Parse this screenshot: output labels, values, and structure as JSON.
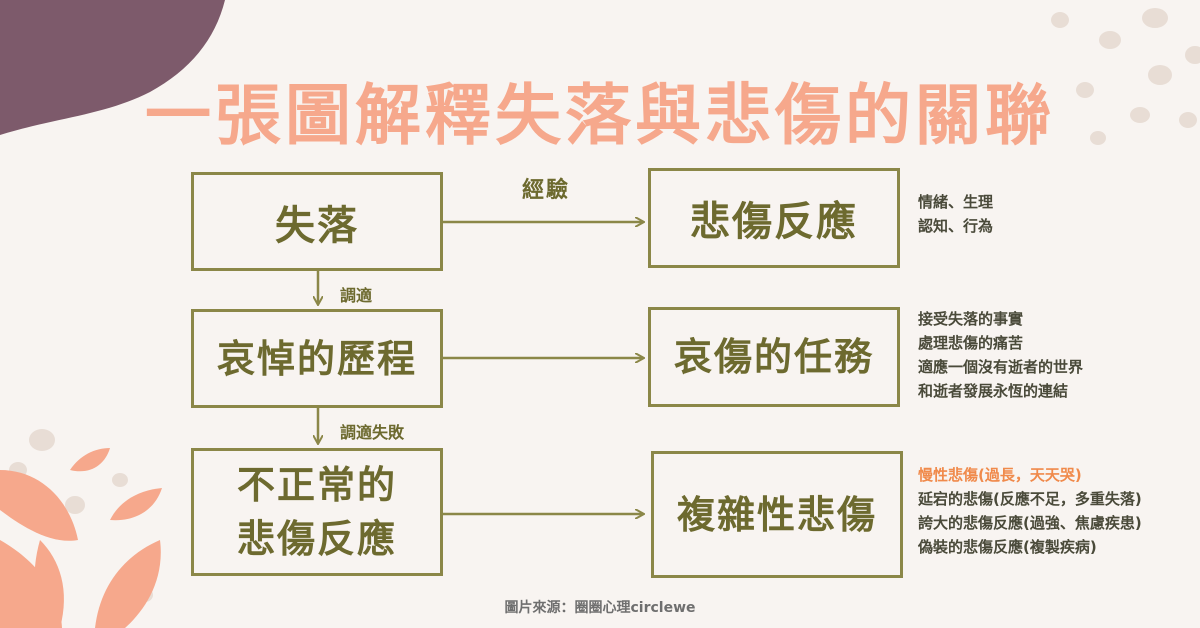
{
  "title": "一張圖解釋失落與悲傷的關聯",
  "colors": {
    "title": "#f6a88c",
    "box_border": "#8b8748",
    "box_text": "#6d6a2f",
    "highlight": "#f08a4b",
    "purple_blob": "#7d5a6b",
    "coral_leaf": "#f6a88c",
    "dots": "#e8ddd5"
  },
  "diagram": {
    "left": {
      "loss": "失落",
      "mourning": "哀悼的歷程",
      "abnormal_line1": "不正常的",
      "abnormal_line2": "悲傷反應"
    },
    "right": {
      "grief_reaction": "悲傷反應",
      "grief_tasks": "哀傷的任務",
      "complicated_grief": "複雜性悲傷"
    },
    "edges": {
      "experience": "經驗",
      "adjust": "調適",
      "adjust_fail": "調適失敗"
    },
    "notes": {
      "reaction": [
        "情緒、生理",
        "認知、行為"
      ],
      "tasks": [
        "接受失落的事實",
        "處理悲傷的痛苦",
        "適應一個沒有逝者的世界",
        "和逝者發展永恆的連結"
      ],
      "complicated": [
        "慢性悲傷(過長，天天哭)",
        "延宕的悲傷(反應不足，多重失落)",
        "誇大的悲傷反應(過強、焦慮疾患)",
        "偽裝的悲傷反應(複製疾病)"
      ]
    }
  },
  "credit": "圖片來源：圈圈心理circlewe"
}
